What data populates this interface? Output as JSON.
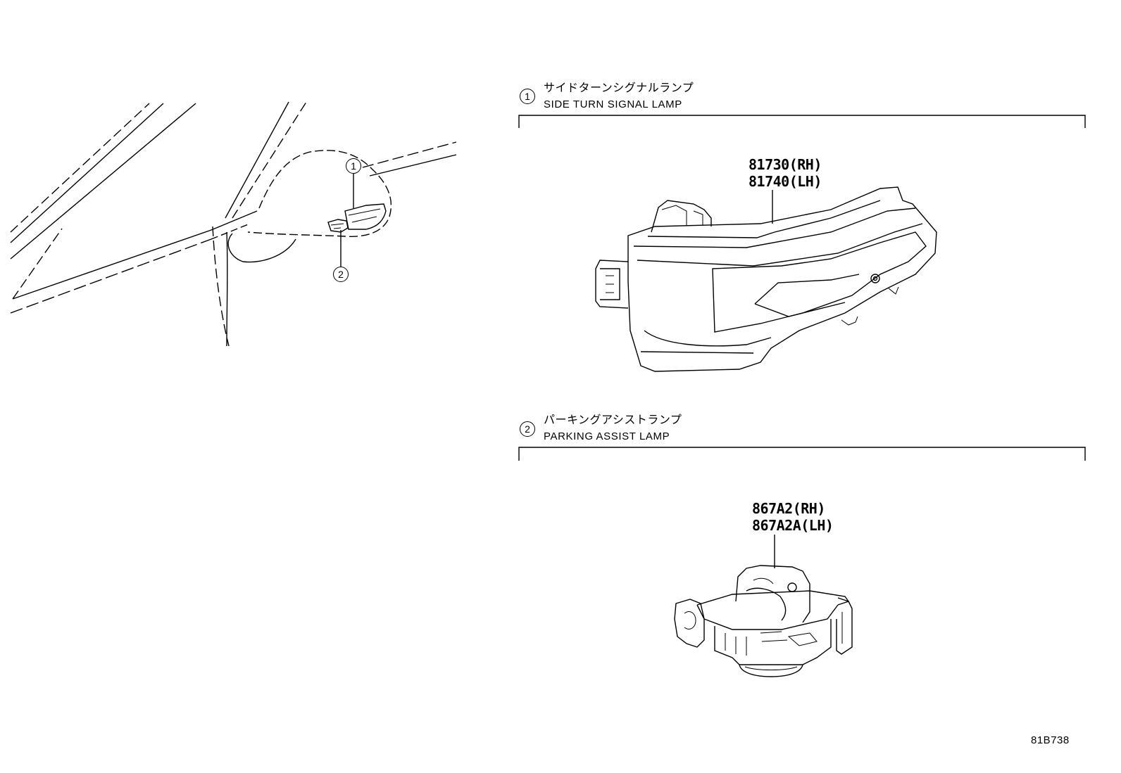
{
  "callouts": {
    "c1": "1",
    "c2": "2"
  },
  "sections": [
    {
      "number": "1",
      "title_jp": "サイドターンシグナルランプ",
      "title_en": "SIDE TURN SIGNAL LAMP",
      "part_numbers": [
        "81730(RH)",
        "81740(LH)"
      ]
    },
    {
      "number": "2",
      "title_jp": "パーキングアシストランプ",
      "title_en": "PARKING ASSIST LAMP",
      "part_numbers": [
        "867A2(RH)",
        "867A2A(LH)"
      ]
    }
  ],
  "diagram_code": "81B738"
}
